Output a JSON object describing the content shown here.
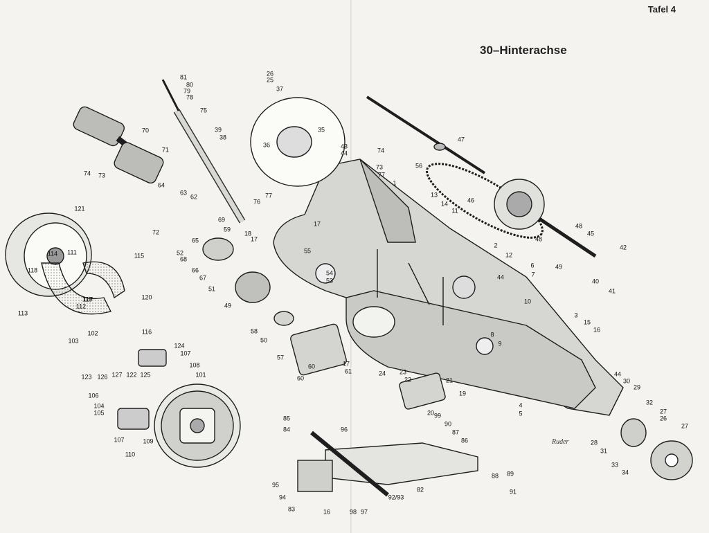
{
  "header": {
    "plate": "Tafel 4",
    "title": "30–Hinterachse"
  },
  "signature": "Ruder",
  "part_numbers": [
    "1",
    "2",
    "3",
    "4",
    "5",
    "6",
    "7",
    "8",
    "9",
    "10",
    "11",
    "12",
    "13",
    "14",
    "15",
    "16",
    "16",
    "17",
    "17",
    "17",
    "18",
    "19",
    "20",
    "21",
    "22",
    "23",
    "24",
    "25",
    "26",
    "26",
    "27",
    "27",
    "28",
    "29",
    "30",
    "31",
    "32",
    "33",
    "34",
    "35",
    "36",
    "37",
    "38",
    "39",
    "40",
    "41",
    "42",
    "43",
    "44",
    "44",
    "44",
    "45",
    "46",
    "47",
    "48",
    "48",
    "49",
    "49",
    "50",
    "51",
    "52",
    "53",
    "54",
    "55",
    "56",
    "57",
    "58",
    "59",
    "60",
    "60",
    "61",
    "62",
    "63",
    "64",
    "65",
    "66",
    "67",
    "68",
    "69",
    "70",
    "71",
    "72",
    "73",
    "73",
    "74",
    "74",
    "75",
    "76",
    "77",
    "77",
    "78",
    "79",
    "80",
    "81",
    "82",
    "83",
    "84",
    "85",
    "86",
    "87",
    "88",
    "89",
    "90",
    "91",
    "92/93",
    "94",
    "95",
    "96",
    "97",
    "98",
    "99",
    "101",
    "102",
    "103",
    "104",
    "105",
    "106",
    "107",
    "107",
    "108",
    "109",
    "110",
    "111",
    "112",
    "113",
    "114",
    "115",
    "116",
    "117",
    "118",
    "119",
    "120",
    "121",
    "122",
    "123",
    "124",
    "125",
    "126",
    "127"
  ]
}
